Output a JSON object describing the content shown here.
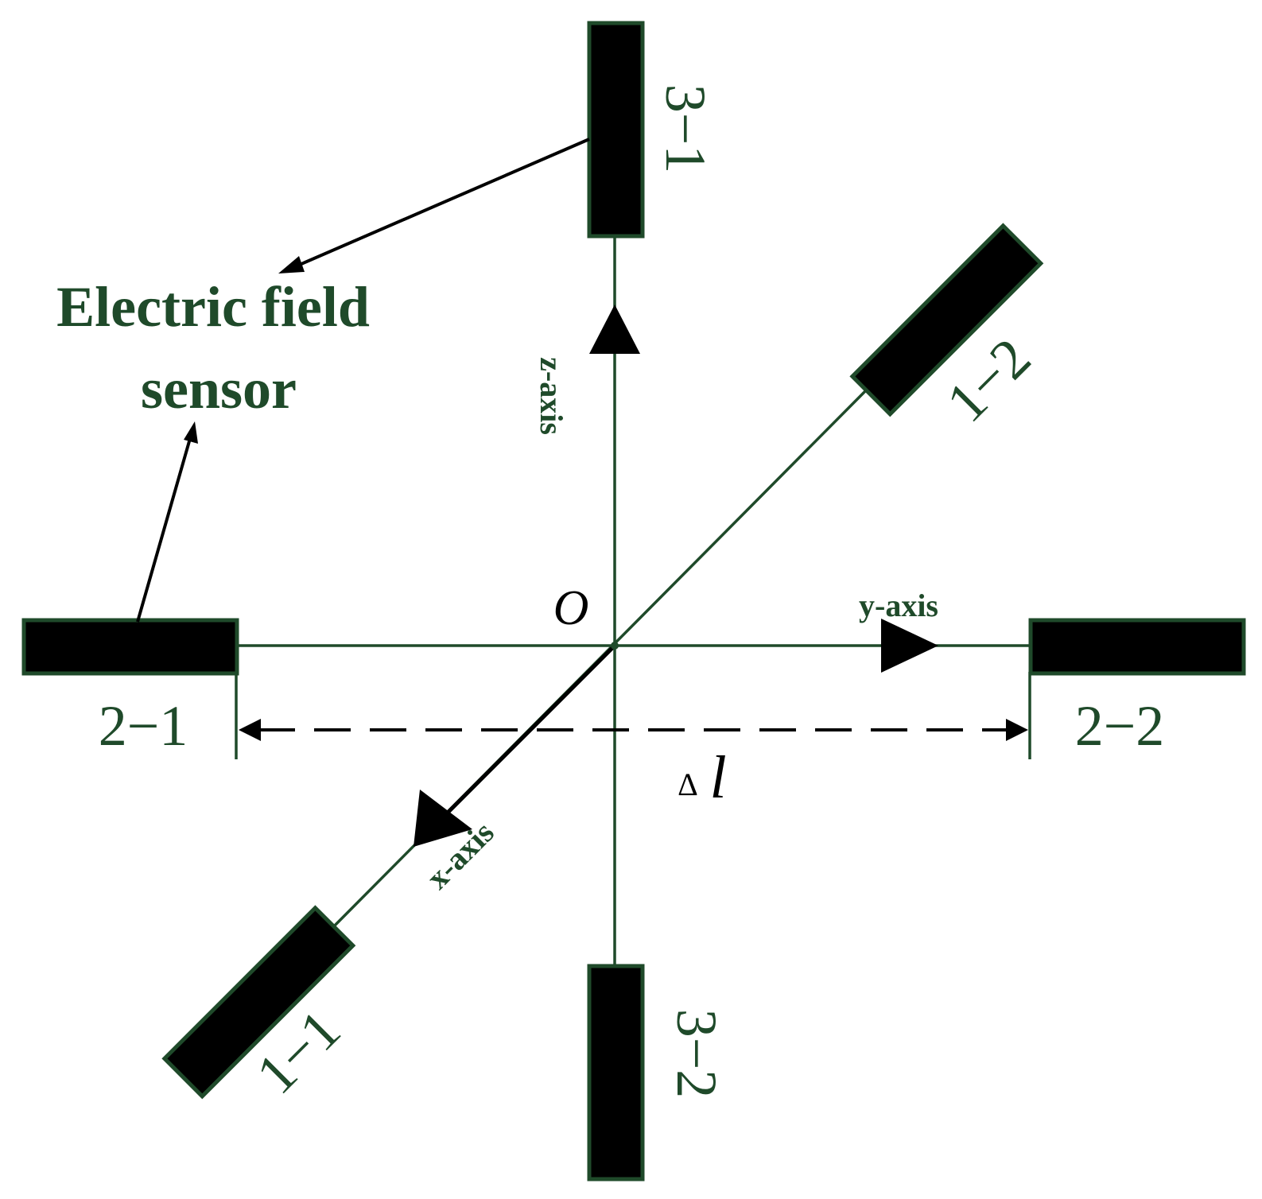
{
  "title": {
    "line1": "Electric field",
    "line2": "sensor"
  },
  "axes": {
    "x": "x-axis",
    "y": "y-axis",
    "z": "z-axis"
  },
  "origin": "O",
  "distance": "l",
  "distance_symbol": "Δ",
  "sensors": {
    "s1_1": "1−1",
    "s1_2": "1−2",
    "s2_1": "2−1",
    "s2_2": "2−2",
    "s3_1": "3−1",
    "s3_2": "3−2"
  },
  "colors": {
    "line": "#1f4a2a",
    "sensor_fill": "#000000",
    "arrow": "#000000"
  }
}
